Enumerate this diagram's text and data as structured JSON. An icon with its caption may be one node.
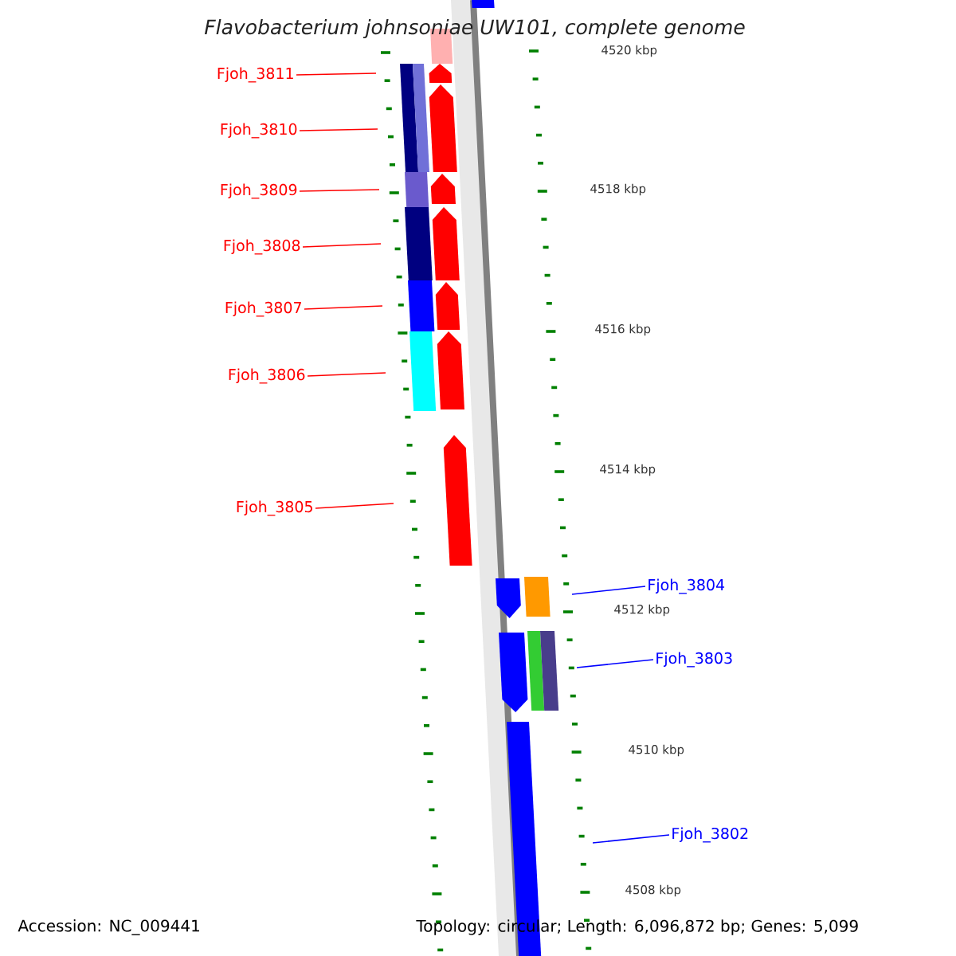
{
  "diagram": {
    "title": "Flavobacterium johnsoniae UW101, complete genome",
    "nodes": [
      {
        "text": [
          "Fjoh_3811"
        ]
      },
      {
        "text": [
          "Fjoh_3810"
        ]
      },
      {
        "text": [
          "Fjoh_3809"
        ]
      },
      {
        "text": [
          "Fjoh_3808"
        ]
      },
      {
        "text": [
          "Fjoh_3807"
        ]
      },
      {
        "text": [
          "Fjoh_3806"
        ]
      },
      {
        "text": [
          "Fjoh_3805"
        ]
      },
      {
        "text": [
          "Fjoh_3804"
        ]
      },
      {
        "text": [
          "Fjoh_3803"
        ]
      },
      {
        "text": [
          "Fjoh_3802"
        ]
      }
    ],
    "edges": [
      {
        "from": 0,
        "to": null,
        "arrow": "none"
      },
      {
        "from": 1,
        "to": null,
        "arrow": "none"
      },
      {
        "from": 2,
        "to": null,
        "arrow": "none"
      },
      {
        "from": 3,
        "to": null,
        "arrow": "none"
      },
      {
        "from": 4,
        "to": null,
        "arrow": "none"
      },
      {
        "from": 5,
        "to": null,
        "arrow": "none"
      },
      {
        "from": 6,
        "to": null,
        "arrow": "none"
      },
      {
        "from": 7,
        "to": null,
        "arrow": "none",
        "color": "#0000ff"
      },
      {
        "from": 8,
        "to": null,
        "arrow": "none",
        "color": "#0000ff"
      },
      {
        "from": 9,
        "to": null,
        "arrow": "none",
        "color": "#0000ff"
      }
    ],
    "labels": [
      "4520 kbp",
      "4518 kbp",
      "4516 kbp",
      "4514 kbp",
      "4512 kbp",
      "4510 kbp",
      "4508 kbp",
      "Accession: NC_009441",
      "Topology: circular; Length: 6,096,872 bp; Genes: 5,099"
    ]
  }
}
